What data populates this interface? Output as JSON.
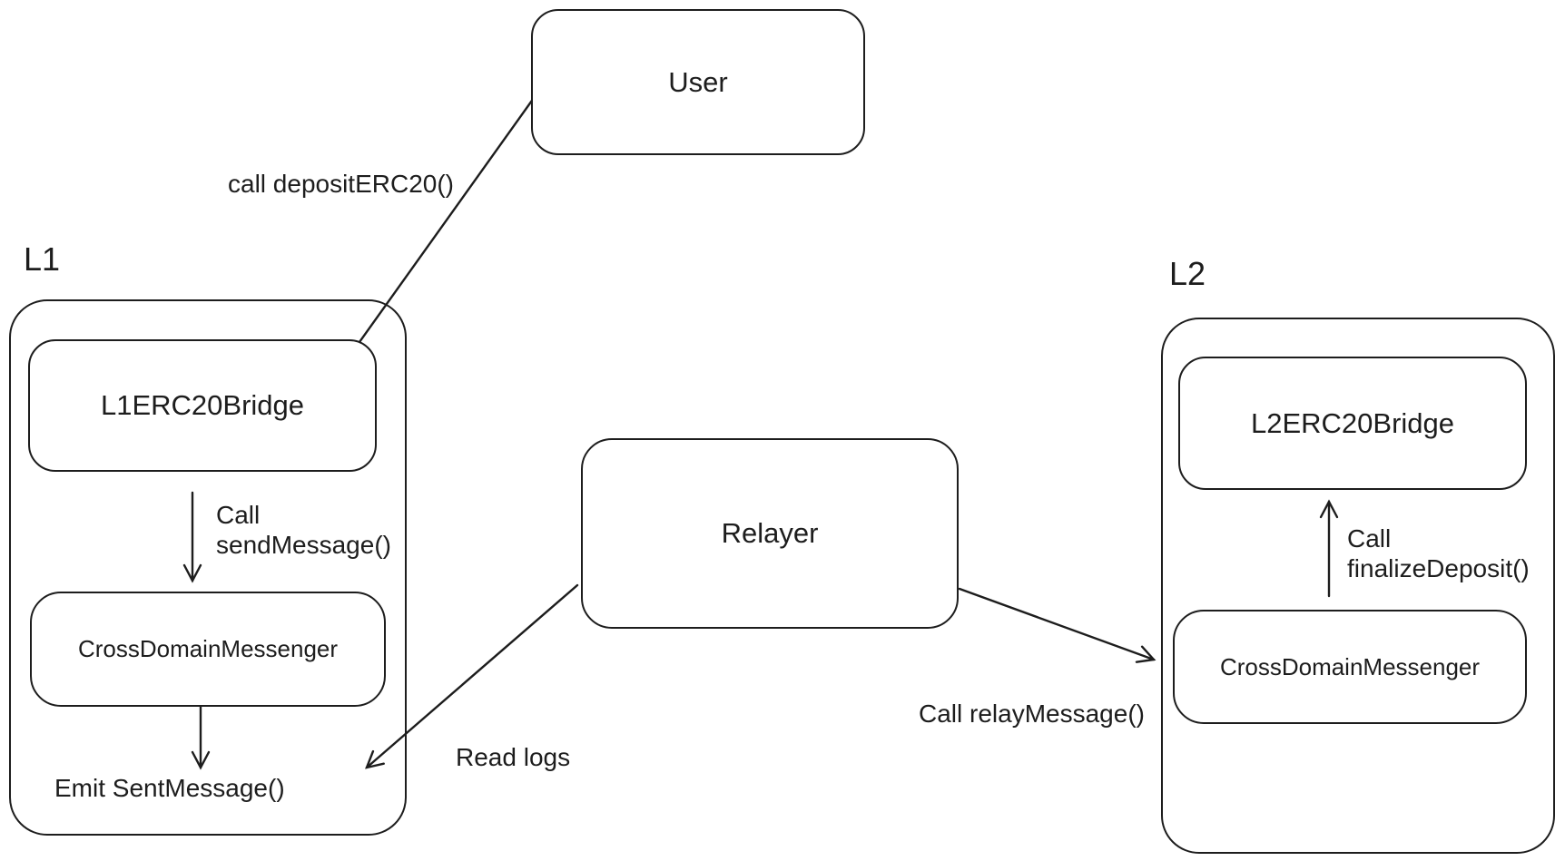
{
  "nodes": {
    "user": {
      "label": "User"
    },
    "l1_group": {
      "label": "L1"
    },
    "l1_bridge": {
      "label": "L1ERC20Bridge"
    },
    "l1_messenger": {
      "label": "CrossDomainMessenger"
    },
    "relayer": {
      "label": "Relayer"
    },
    "l2_group": {
      "label": "L2"
    },
    "l2_bridge": {
      "label": "L2ERC20Bridge"
    },
    "l2_messenger": {
      "label": "CrossDomainMessenger"
    }
  },
  "edge_labels": {
    "deposit": "call depositERC20()",
    "send_message": {
      "line1": "Call",
      "line2": "sendMessage()"
    },
    "emit_sent_message": "Emit SentMessage()",
    "read_logs": "Read logs",
    "relay_message": "Call relayMessage()",
    "finalize_deposit": {
      "line1": "Call",
      "line2": "finalizeDeposit()"
    }
  },
  "colors": {
    "stroke": "#1d1d1d",
    "text": "#1d1d1d",
    "background": "#ffffff"
  }
}
